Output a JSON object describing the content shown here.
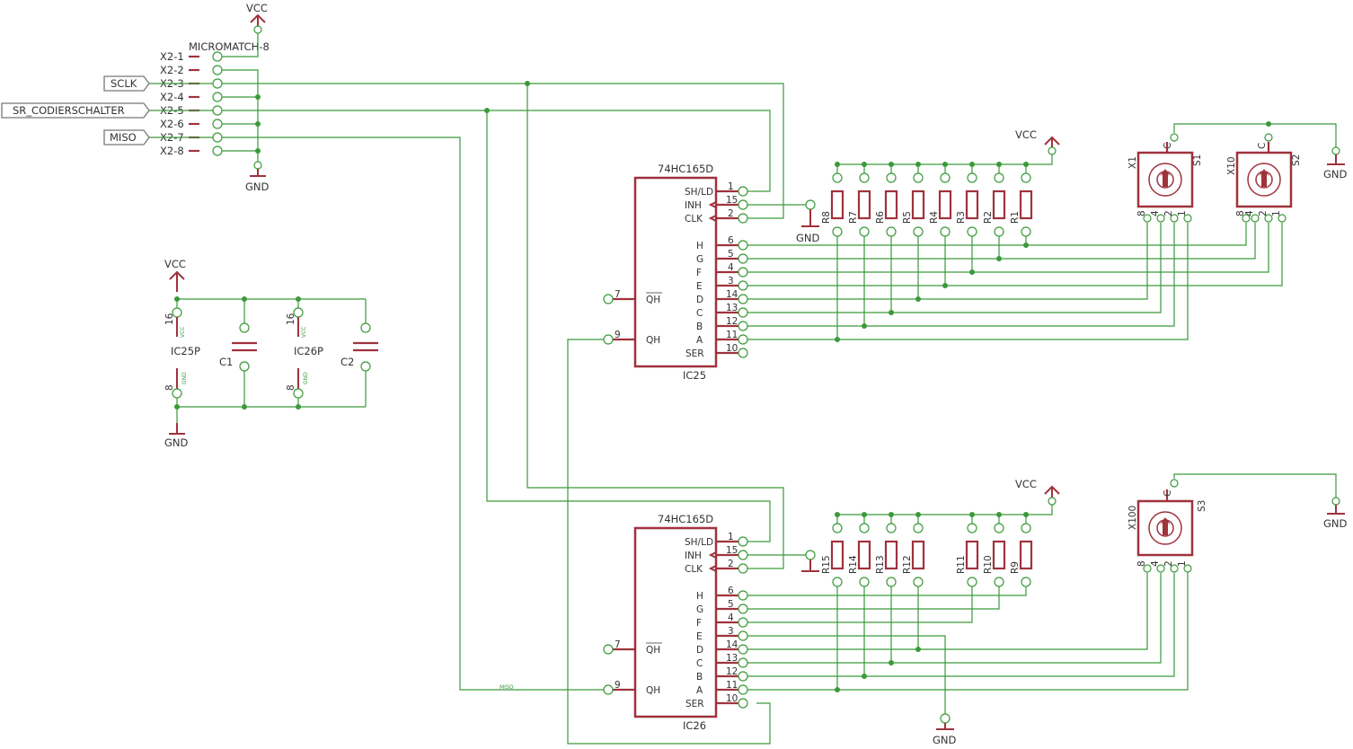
{
  "supply": {
    "vcc": "VCC",
    "gnd": "GND"
  },
  "connector": {
    "type": "MICROMATCH-8",
    "pins": [
      "X2-1",
      "X2-2",
      "X2-3",
      "X2-4",
      "X2-5",
      "X2-6",
      "X2-7",
      "X2-8"
    ]
  },
  "ports": {
    "sclk": "SCLK",
    "sr": "SR_CODIERSCHALTER",
    "miso": "MISO"
  },
  "ics": [
    {
      "name": "IC25",
      "type": "74HC165D",
      "power": "IC25P"
    },
    {
      "name": "IC26",
      "type": "74HC165D",
      "power": "IC26P"
    }
  ],
  "pin_labels": {
    "left": [
      "SH/LD",
      "INH",
      "CLK"
    ],
    "right_top": [
      "1",
      "15",
      "2"
    ],
    "data": [
      "H",
      "G",
      "F",
      "E",
      "D",
      "C",
      "B",
      "A",
      "SER"
    ],
    "data_nums": [
      "6",
      "5",
      "4",
      "3",
      "14",
      "13",
      "12",
      "11",
      "10"
    ],
    "qh_bar": "QH",
    "qh": "QH",
    "qh_bar_num": "7",
    "qh_num": "9"
  },
  "power_pins": {
    "vcc_pin": "16",
    "gnd_pin": "8",
    "vcc_lbl": "VCC",
    "gnd_lbl": "GND"
  },
  "caps": [
    "C1",
    "C2"
  ],
  "res_top": [
    "R8",
    "R7",
    "R6",
    "R5",
    "R4",
    "R3",
    "R2",
    "R1"
  ],
  "res_bot": [
    "R15",
    "R14",
    "R13",
    "R12",
    "R11",
    "R10",
    "R9"
  ],
  "switches": [
    {
      "name": "S1",
      "mult": "X1"
    },
    {
      "name": "S2",
      "mult": "X10"
    },
    {
      "name": "S3",
      "mult": "X100"
    }
  ],
  "switch_pins": [
    "8",
    "4",
    "2",
    "1"
  ],
  "switch_common": "C",
  "misc": {
    "miso_net": "MISO"
  }
}
